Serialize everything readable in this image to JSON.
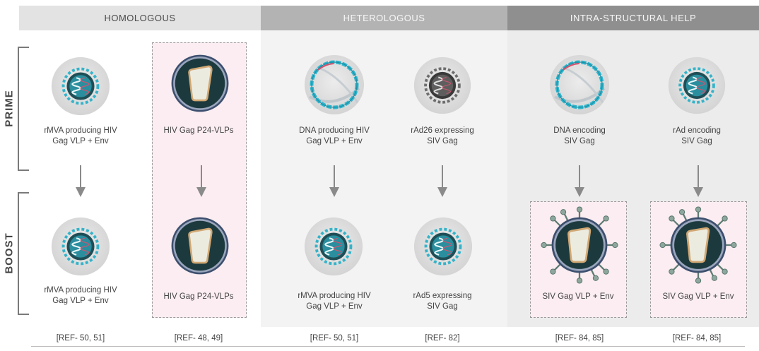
{
  "headers": {
    "homologous": "HOMOLOGOUS",
    "heterologous": "HETEROLOGOUS",
    "intra": "INTRA-STRUCTURAL HELP"
  },
  "side_labels": {
    "prime": "PRIME",
    "boost": "BOOST"
  },
  "prime_labels": {
    "c1": "rMVA producing HIV\nGag VLP + Env",
    "c2": "HIV Gag P24-VLPs",
    "c3": "DNA producing HIV\nGag VLP + Env",
    "c4": "rAd26 expressing\nSIV Gag",
    "c5": "DNA encoding\nSIV Gag",
    "c6": "rAd encoding\nSIV Gag"
  },
  "boost_labels": {
    "c1": "rMVA producing HIV\nGag VLP + Env",
    "c2": "HIV Gag P24-VLPs",
    "c3": "rMVA producing HIV\nGag VLP + Env",
    "c4": "rAd5 expressing\nSIV Gag",
    "c5": "SIV Gag VLP + Env",
    "c6": "SIV Gag VLP + Env"
  },
  "refs": {
    "c1": "[REF- 50, 51]",
    "c2": "[REF- 48, 49]",
    "c3": "[REF- 50, 51]",
    "c4": "[REF- 82]",
    "c5": "[REF- 84, 85]",
    "c6": "[REF- 84, 85]"
  },
  "colors": {
    "header_light": "#e3e3e3",
    "header_mid": "#b3b3b3",
    "header_dark": "#8f8f8f",
    "panel_mid": "#f3f3f3",
    "panel_dark": "#ececec",
    "highlight_fill": "#fbedf1",
    "teal": "#2bb0c8",
    "vlp_core": "#1e3b3f"
  },
  "icons": {
    "virus": "mva-virus-icon",
    "vlp": "vlp-particle-icon",
    "dna": "dna-plasmid-icon",
    "adeno": "adenovirus-icon",
    "env_vlp": "env-vlp-particle-icon"
  }
}
